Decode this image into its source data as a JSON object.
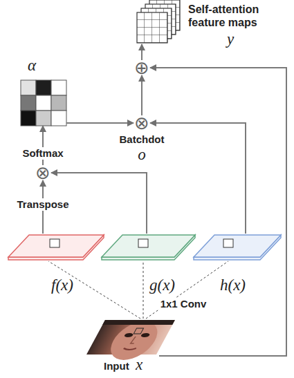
{
  "diagram": {
    "nodes": [
      {
        "text": [
          "Self-attention feature maps",
          "y"
        ]
      },
      {
        "text": [
          "⊕"
        ]
      },
      {
        "text": [
          "α"
        ]
      },
      {
        "text": [
          "⊗",
          "Batchdot",
          "o"
        ]
      },
      {
        "text": [
          "⊗"
        ]
      },
      {
        "text": [
          "f(x)"
        ]
      },
      {
        "text": [
          "g(x)"
        ]
      },
      {
        "text": [
          "h(x)"
        ]
      },
      {
        "text": [
          "Input",
          "x"
        ]
      }
    ],
    "edges": [
      {
        "from": 8,
        "to": 5,
        "arrow": "none"
      },
      {
        "from": 8,
        "to": 6,
        "arrow": "none"
      },
      {
        "from": 8,
        "to": 7,
        "arrow": "none"
      },
      {
        "from": 5,
        "to": 4,
        "arrow": "to",
        "label": "Transpose"
      },
      {
        "from": 6,
        "to": 4,
        "arrow": "to"
      },
      {
        "from": 4,
        "to": 2,
        "arrow": "to",
        "label": "Softmax"
      },
      {
        "from": 2,
        "to": 3,
        "arrow": "to"
      },
      {
        "from": 7,
        "to": 3,
        "arrow": "to"
      },
      {
        "from": 3,
        "to": 1,
        "arrow": "to"
      },
      {
        "from": 8,
        "to": 1,
        "arrow": "to"
      },
      {
        "from": 1,
        "to": 0,
        "arrow": "to"
      }
    ],
    "labels": [
      "1x1 Conv"
    ]
  }
}
